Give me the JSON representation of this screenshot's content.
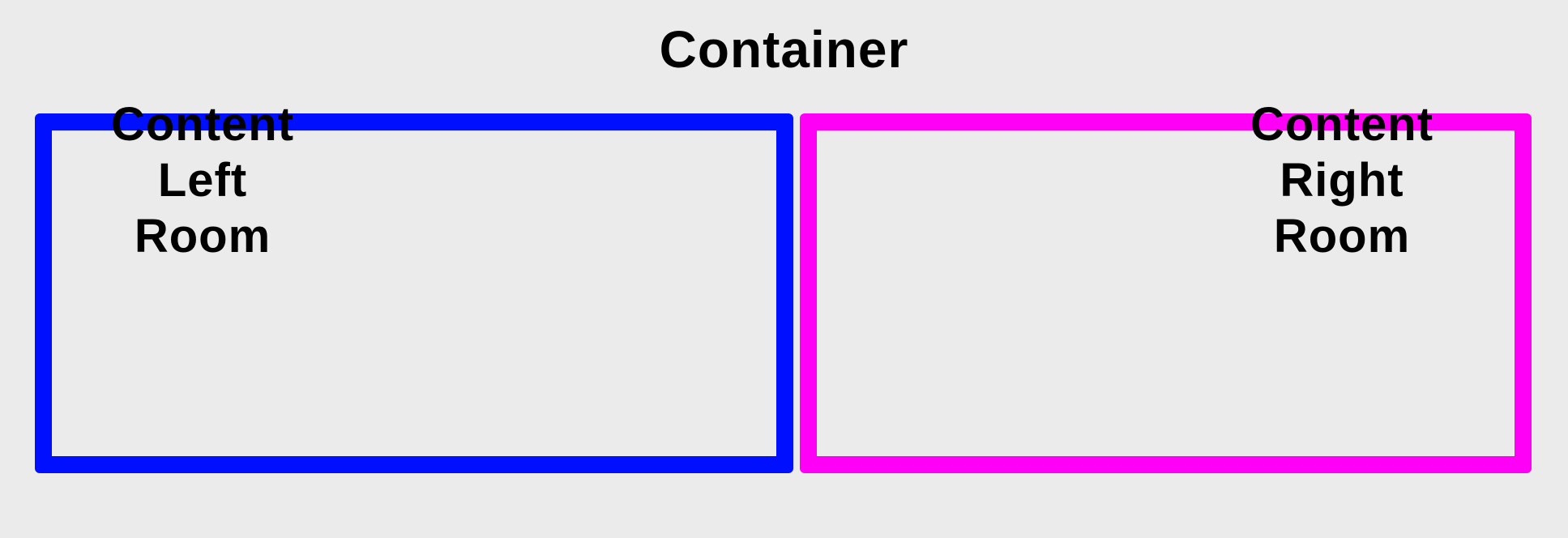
{
  "title": "Container",
  "rooms": [
    {
      "lines": [
        "Content",
        "Left",
        "Room"
      ],
      "border_color": "#0010ff"
    },
    {
      "lines": [
        "Content",
        "Right",
        "Room"
      ],
      "border_color": "#ff00f6"
    }
  ],
  "background_color": "#ebebeb"
}
